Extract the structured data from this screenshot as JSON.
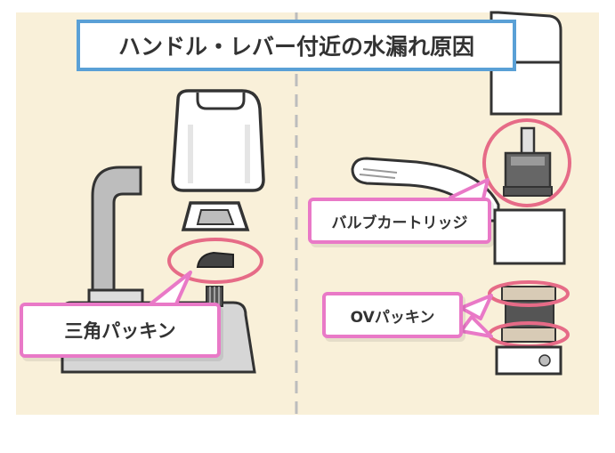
{
  "title": "ハンドル・レバー付近の水漏れ原因",
  "labels": {
    "triangle_packing": "三角パッキン",
    "valve_cartridge": "バルブカートリッジ",
    "ov_packing": "OVパッキン"
  },
  "colors": {
    "background": "#f9f0d9",
    "title_border": "#5aa0d6",
    "label_border": "#e979c7",
    "highlight_ring": "#e66b87",
    "outline": "#333333",
    "part_gray": "#bdbdbd"
  }
}
